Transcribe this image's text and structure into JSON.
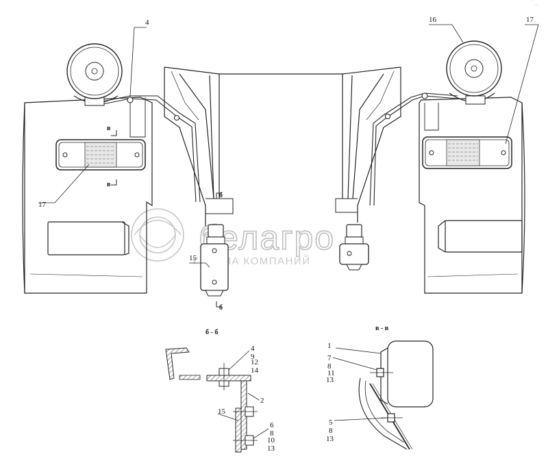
{
  "corner_mark": "่่ ...",
  "watermark": {
    "brand": "белагро",
    "subtitle": "ГРУППА КОМПАНИЙ"
  },
  "section_marks": {
    "b_top": "б",
    "b_bottom": "б",
    "v_top": "в",
    "v_bottom": "в"
  },
  "sections": {
    "bb": "б - б",
    "vv": "в - в"
  },
  "callouts": {
    "c4": "4",
    "c15": "15",
    "c16": "16",
    "c17_left": "17",
    "c17_right": "17"
  },
  "bb_labels": {
    "l4": "4",
    "l9": "9",
    "l12": "12",
    "l14": "14",
    "l2": "2",
    "l15": "15",
    "l6": "6",
    "l8": "8",
    "l10": "10",
    "l13": "13"
  },
  "vv_labels": {
    "l1": "1",
    "l7": "7",
    "l8": "8",
    "l11": "11",
    "l13a": "13",
    "l5": "5",
    "l8b": "8",
    "l13b": "13"
  },
  "colors": {
    "line": "#222222",
    "watermark": "#bdbdbd",
    "hatch": "#444444"
  }
}
